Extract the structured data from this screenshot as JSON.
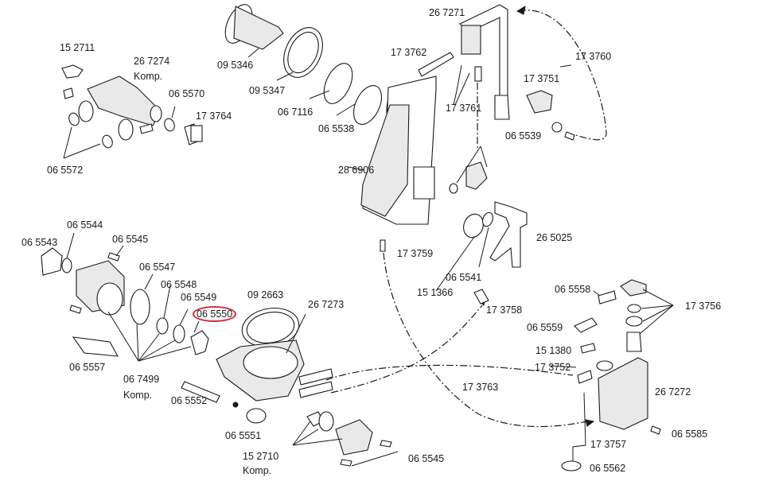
{
  "diagram": {
    "type": "exploded-parts-view",
    "highlight_color": "#c8323c",
    "highlighted_part": "06 5550",
    "parts": [
      {
        "id": "p152711",
        "number": "15 2711"
      },
      {
        "id": "p267274",
        "number": "26 7274",
        "note": "Komp."
      },
      {
        "id": "p065570",
        "number": "06 5570"
      },
      {
        "id": "p173764",
        "number": "17 3764"
      },
      {
        "id": "p065572",
        "number": "06 5572"
      },
      {
        "id": "p095346",
        "number": "09 5346"
      },
      {
        "id": "p095347",
        "number": "09 5347"
      },
      {
        "id": "p067116",
        "number": "06 7116"
      },
      {
        "id": "p065538",
        "number": "06 5538"
      },
      {
        "id": "p286906",
        "number": "28 6906"
      },
      {
        "id": "p267271",
        "number": "26 7271"
      },
      {
        "id": "p173762",
        "number": "17 3762"
      },
      {
        "id": "p173761",
        "number": "17 3761"
      },
      {
        "id": "p173760",
        "number": "17 3760"
      },
      {
        "id": "p173751",
        "number": "17 3751"
      },
      {
        "id": "p065539",
        "number": "06 5539"
      },
      {
        "id": "p065544",
        "number": "06 5544"
      },
      {
        "id": "p065543",
        "number": "06 5543"
      },
      {
        "id": "p065545a",
        "number": "06 5545"
      },
      {
        "id": "p065547",
        "number": "06 5547"
      },
      {
        "id": "p065548",
        "number": "06 5548"
      },
      {
        "id": "p065549",
        "number": "06 5549"
      },
      {
        "id": "p065550",
        "number": "06 5550"
      },
      {
        "id": "p092663",
        "number": "09 2663"
      },
      {
        "id": "p267273",
        "number": "26 7273"
      },
      {
        "id": "p065557",
        "number": "06 5557"
      },
      {
        "id": "p067499",
        "number": "06 7499",
        "note": "Komp."
      },
      {
        "id": "p065552",
        "number": "06 5552"
      },
      {
        "id": "p065551",
        "number": "06 5551"
      },
      {
        "id": "p152710",
        "number": "15 2710",
        "note": "Komp."
      },
      {
        "id": "p065545b",
        "number": "06 5545"
      },
      {
        "id": "p173759",
        "number": "17 3759"
      },
      {
        "id": "p065541",
        "number": "06 5541"
      },
      {
        "id": "p151366",
        "number": "15 1366"
      },
      {
        "id": "p265025",
        "number": "26 5025"
      },
      {
        "id": "p173758",
        "number": "17 3758"
      },
      {
        "id": "p173763",
        "number": "17 3763"
      },
      {
        "id": "p065558",
        "number": "06 5558"
      },
      {
        "id": "p065559",
        "number": "06 5559"
      },
      {
        "id": "p151380",
        "number": "15 1380"
      },
      {
        "id": "p173752",
        "number": "17 3752"
      },
      {
        "id": "p173756",
        "number": "17 3756"
      },
      {
        "id": "p267272",
        "number": "26 7272"
      },
      {
        "id": "p065585",
        "number": "06 5585"
      },
      {
        "id": "p173757",
        "number": "17 3757"
      },
      {
        "id": "p065562",
        "number": "06 5562"
      }
    ]
  }
}
